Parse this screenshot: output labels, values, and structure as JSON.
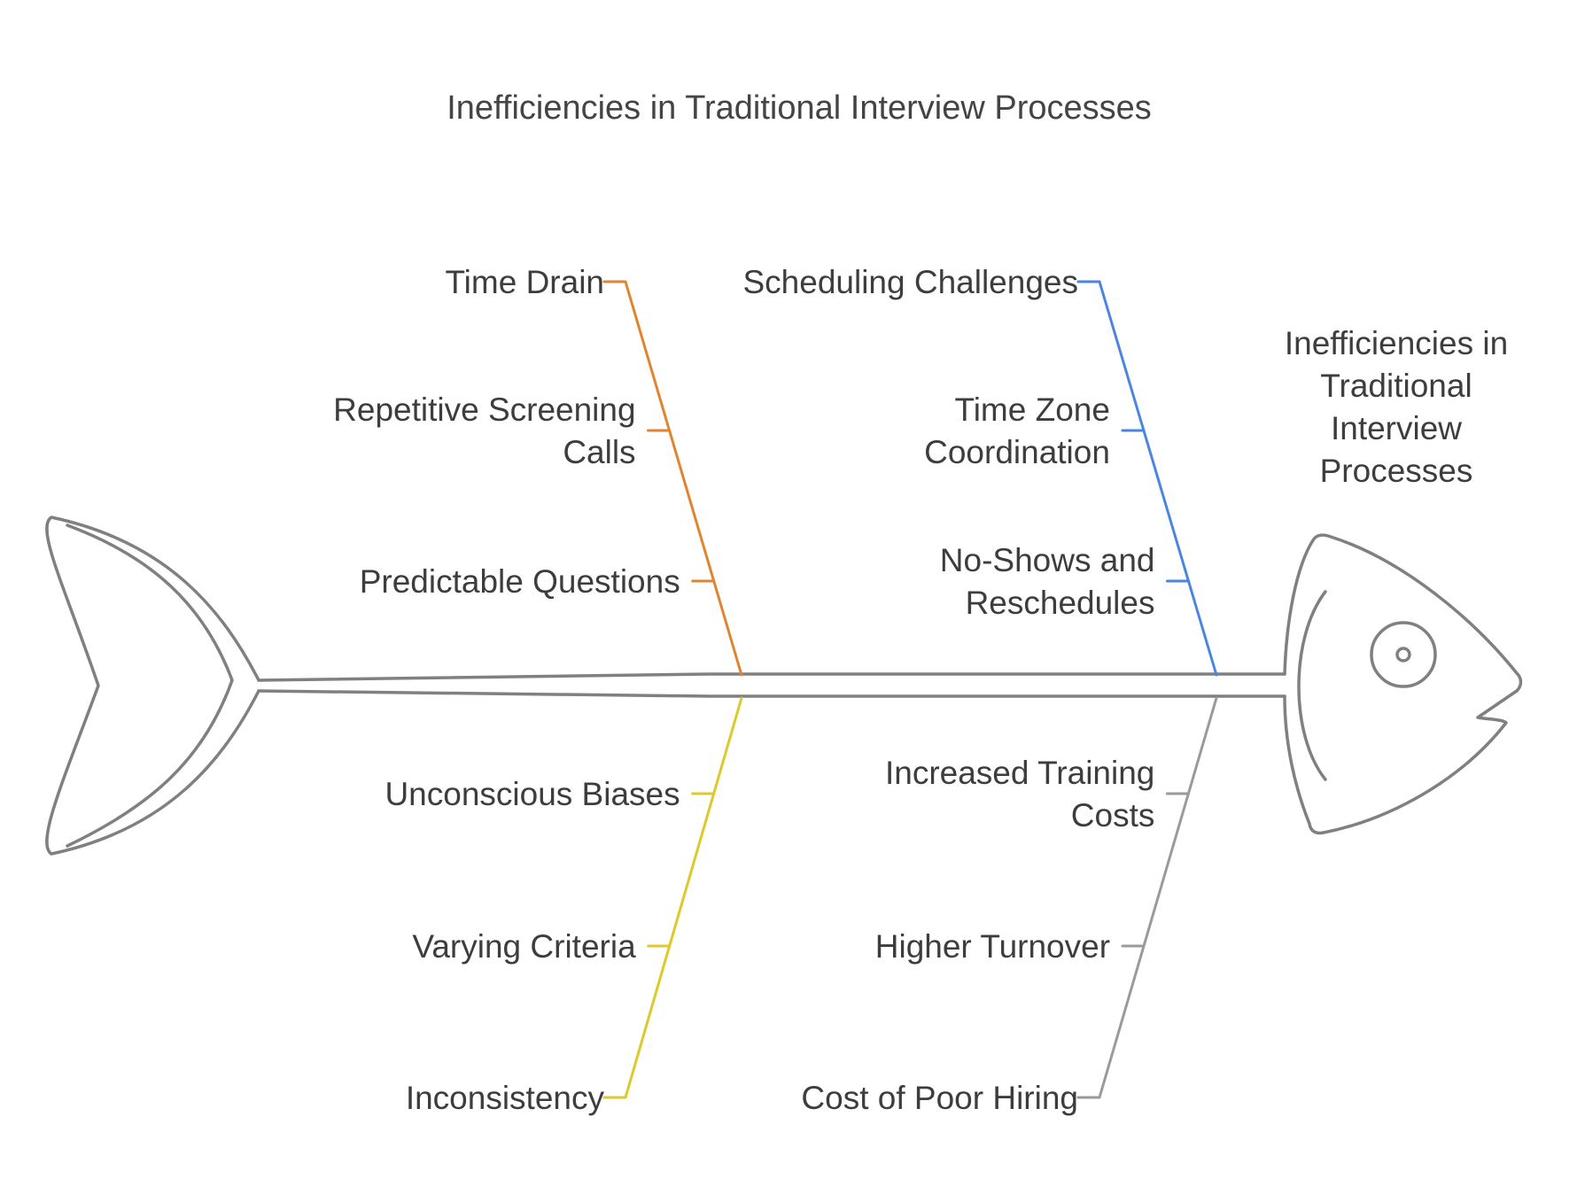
{
  "title": "Inefficiencies in Traditional Interview Processes",
  "head_label": [
    "Inefficiencies in",
    "Traditional",
    "Interview",
    "Processes"
  ],
  "colors": {
    "orange": "#e0852f",
    "blue": "#4a86e0",
    "yellow": "#ddc92a",
    "gray": "#9a9a9a",
    "outline": "#808080",
    "text": "#3d3d3d"
  },
  "branches": [
    {
      "id": "time-drain",
      "color": "#e0852f",
      "label": [
        "Time Drain"
      ],
      "causes": [
        [
          "Repetitive Screening",
          "Calls"
        ],
        [
          "Predictable Questions"
        ]
      ]
    },
    {
      "id": "scheduling-challenges",
      "color": "#4a86e0",
      "label": [
        "Scheduling Challenges"
      ],
      "causes": [
        [
          "Time Zone",
          "Coordination"
        ],
        [
          "No-Shows and",
          "Reschedules"
        ]
      ]
    },
    {
      "id": "inconsistency",
      "color": "#ddc92a",
      "label": [
        "Inconsistency"
      ],
      "causes": [
        [
          "Unconscious Biases"
        ],
        [
          "Varying Criteria"
        ]
      ]
    },
    {
      "id": "cost-of-poor-hiring",
      "color": "#9a9a9a",
      "label": [
        "Cost of Poor Hiring"
      ],
      "causes": [
        [
          "Increased Training",
          "Costs"
        ],
        [
          "Higher Turnover"
        ]
      ]
    }
  ]
}
